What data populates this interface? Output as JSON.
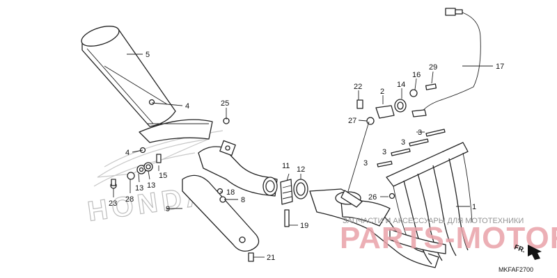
{
  "callouts": {
    "c1": "1",
    "c2": "2",
    "c3a": "3",
    "c3b": "3",
    "c3c": "3",
    "c3d": "3",
    "c4a": "4",
    "c4b": "4",
    "c5": "5",
    "c8": "8",
    "c9": "9",
    "c11": "11",
    "c12": "12",
    "c13a": "13",
    "c13b": "13",
    "c14": "14",
    "c15": "15",
    "c16": "16",
    "c17": "17",
    "c18": "18",
    "c19": "19",
    "c21": "21",
    "c22": "22",
    "c23": "23",
    "c25": "25",
    "c26": "26",
    "c27": "27",
    "c28": "28",
    "c29": "29"
  },
  "watermark": {
    "small": "ЗАПЧАСТИ И АКСЕССУАРЫ ДЛЯ МОТОТЕХНИКИ",
    "big": "PARTS-MOTOR.RU",
    "brand": "HONDA"
  },
  "diagram_code": "MKFAF2700",
  "front_label": "FR."
}
